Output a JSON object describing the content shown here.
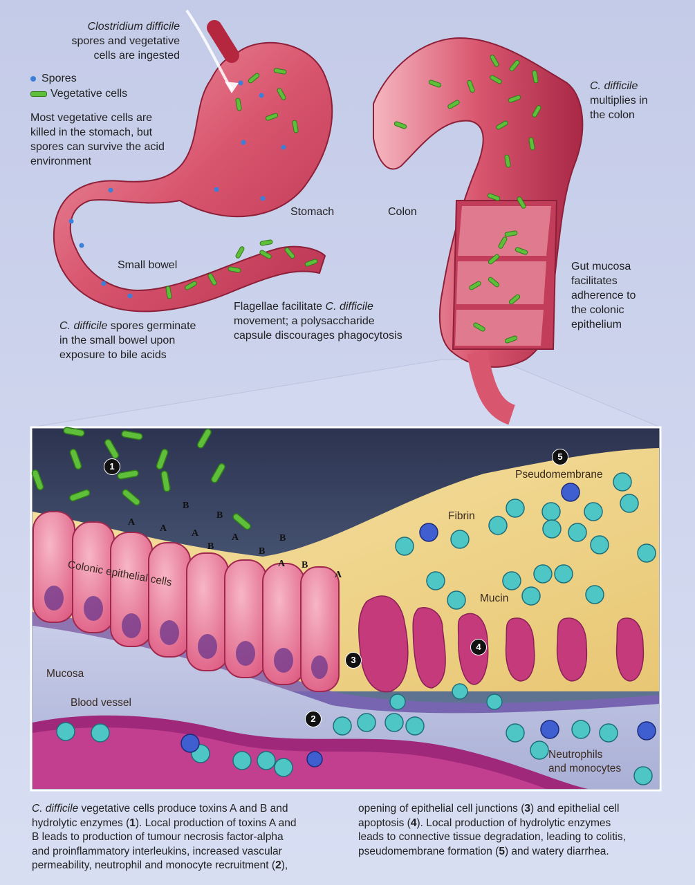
{
  "top_labels": {
    "ingest_italic": "Clostridium difficile",
    "ingest_rest_1": "spores and vegetative",
    "ingest_rest_2": "cells are ingested",
    "legend_spores": "Spores",
    "legend_vegetative": "Vegetative cells",
    "killed_1": "Most vegetative cells are",
    "killed_2": "killed in the stomach, but",
    "killed_3": "spores can survive the acid",
    "killed_4": "environment",
    "stomach": "Stomach",
    "colon": "Colon",
    "small_bowel": "Small bowel",
    "multiplies_italic": "C. difficile",
    "multiplies_2": "multiplies in",
    "multiplies_3": "the colon",
    "mucosa_1": "Gut mucosa",
    "mucosa_2": "facilitates",
    "mucosa_3": "adherence to",
    "mucosa_4": "the colonic",
    "mucosa_5": "epithelium",
    "flag_1a": "Flagellae facilitate ",
    "flag_1b": "C. difficile",
    "flag_2": "movement; a polysaccharide",
    "flag_3": "capsule discourages phagocytosis",
    "germ_1a": "C. difficile",
    "germ_1b": " spores germinate",
    "germ_2": "in the small bowel upon",
    "germ_3": "exposure to bile acids"
  },
  "inset_labels": {
    "pseudomembrane": "Pseudomembrane",
    "fibrin": "Fibrin",
    "mucin": "Mucin",
    "colonic": "Colonic epithelial cells",
    "mucosa": "Mucosa",
    "blood_vessel": "Blood vessel",
    "neutrophils_1": "Neutrophils",
    "neutrophils_2": "and monocytes",
    "n1": "1",
    "n2": "2",
    "n3": "3",
    "n4": "4",
    "n5": "5",
    "toxin_a": "A",
    "toxin_b": "B"
  },
  "caption": {
    "left_1a": "C. difficile",
    "left_1b": " vegetative cells produce toxins A and B and",
    "left_2a": "hydrolytic enzymes (",
    "left_2n": "1",
    "left_2b": "). Local production of toxins A and",
    "left_3": "B leads to production of tumour necrosis factor-alpha",
    "left_4": "and proinflammatory interleukins, increased vascular",
    "left_5a": "permeability, neutrophil and monocyte recruitment (",
    "left_5n": "2",
    "left_5b": "),",
    "right_1a": "opening of epithelial cell junctions (",
    "right_1n": "3",
    "right_1b": ") and epithelial cell",
    "right_2a": "apoptosis (",
    "right_2n": "4",
    "right_2b": "). Local production of hydrolytic enzymes",
    "right_3": "leads to connective tissue degradation, leading to colitis,",
    "right_4a": "pseudomembrane formation (",
    "right_4n": "5",
    "right_4b": ") and watery diarrhea."
  },
  "colors": {
    "background": "#cfd6ee",
    "tissue": "#d9566f",
    "vegetative": "#5fbf3a",
    "spore": "#3b7fd8",
    "fibrin": "#f0d88a",
    "vessel": "#a0287a",
    "neutrophil": "#4fc6c6"
  }
}
